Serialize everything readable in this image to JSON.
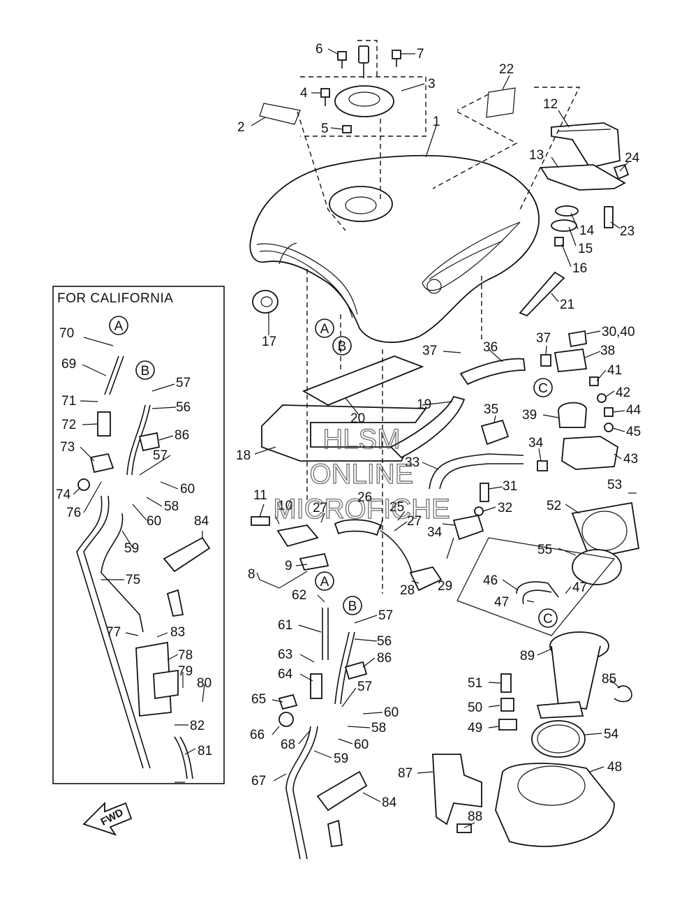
{
  "box_title": "FOR CALIFORNIA",
  "watermark": [
    "HLSM",
    "ONLINE",
    "MICROFICHE"
  ],
  "fwd_label": "FWD",
  "circled_refs": [
    "A",
    "B",
    "C"
  ],
  "callouts": [
    "1",
    "2",
    "3",
    "4",
    "5",
    "6",
    "7",
    "8",
    "9",
    "10",
    "11",
    "12",
    "13",
    "14",
    "15",
    "16",
    "17",
    "18",
    "19",
    "20",
    "21",
    "22",
    "23",
    "24",
    "25",
    "26",
    "27",
    "28",
    "29",
    "30,40",
    "31",
    "32",
    "33",
    "34",
    "35",
    "36",
    "37",
    "38",
    "39",
    "41",
    "42",
    "43",
    "44",
    "45",
    "46",
    "47",
    "48",
    "49",
    "50",
    "51",
    "52",
    "53",
    "54",
    "55",
    "56",
    "57",
    "58",
    "59",
    "60",
    "61",
    "62",
    "63",
    "64",
    "65",
    "66",
    "67",
    "68",
    "69",
    "70",
    "71",
    "72",
    "73",
    "74",
    "75",
    "76",
    "77",
    "78",
    "79",
    "80",
    "81",
    "82",
    "83",
    "84",
    "85",
    "86",
    "87",
    "88",
    "89"
  ]
}
